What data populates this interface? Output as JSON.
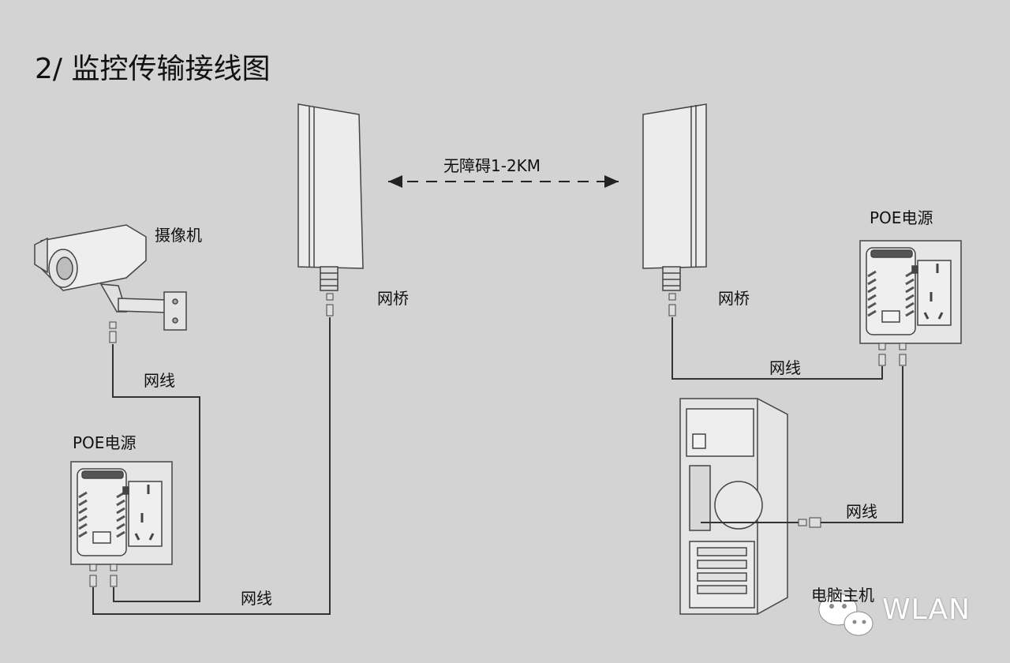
{
  "title": "2/ 监控传输接线图",
  "labels": {
    "camera": "摄像机",
    "bridge_left": "网桥",
    "bridge_right": "网桥",
    "wireless": "无障碍1-2KM",
    "poe_left": "POE电源",
    "poe_right": "POE电源",
    "cable_camera_poe": "网线",
    "cable_bottom": "网线",
    "cable_bridge_poe_right": "网线",
    "cable_poe_pc": "网线",
    "pc": "电脑主机"
  },
  "watermark": "WLAN",
  "colors": {
    "background": "#d3d3d3",
    "line": "#333333",
    "device": "#e9e9e9"
  }
}
